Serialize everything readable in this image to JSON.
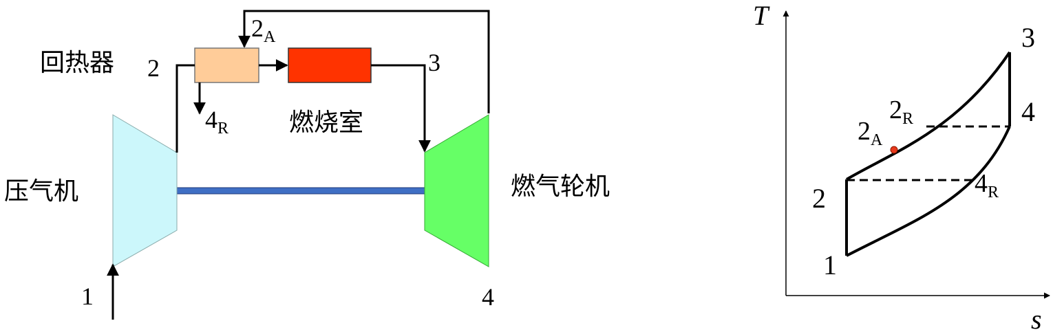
{
  "schematic": {
    "labels": {
      "regenerator": "回热器",
      "combustor": "燃烧室",
      "compressor": "压气机",
      "turbine": "燃气轮机"
    },
    "states": {
      "s1": "1",
      "s2": "2",
      "s3": "3",
      "s4": "4",
      "s2A_main": "2",
      "s2A_sub": "A",
      "s4R_main": "4",
      "s4R_sub": "R"
    },
    "colors": {
      "compressor": "#ccf7fb",
      "turbine": "#66ff66",
      "regenerator": "#ffcc99",
      "combustor": "#ff3300",
      "shaft": "#3f6fc4"
    }
  },
  "ts_diagram": {
    "axis_x": "s",
    "axis_y": "T",
    "states": {
      "p1": "1",
      "p2": "2",
      "p3": "3",
      "p4": "4",
      "p2A_main": "2",
      "p2A_sub": "A",
      "p2R_main": "2",
      "p2R_sub": "R",
      "p4R_main": "4",
      "p4R_sub": "R"
    },
    "colors": {
      "point_2A": "#e8391c"
    }
  }
}
